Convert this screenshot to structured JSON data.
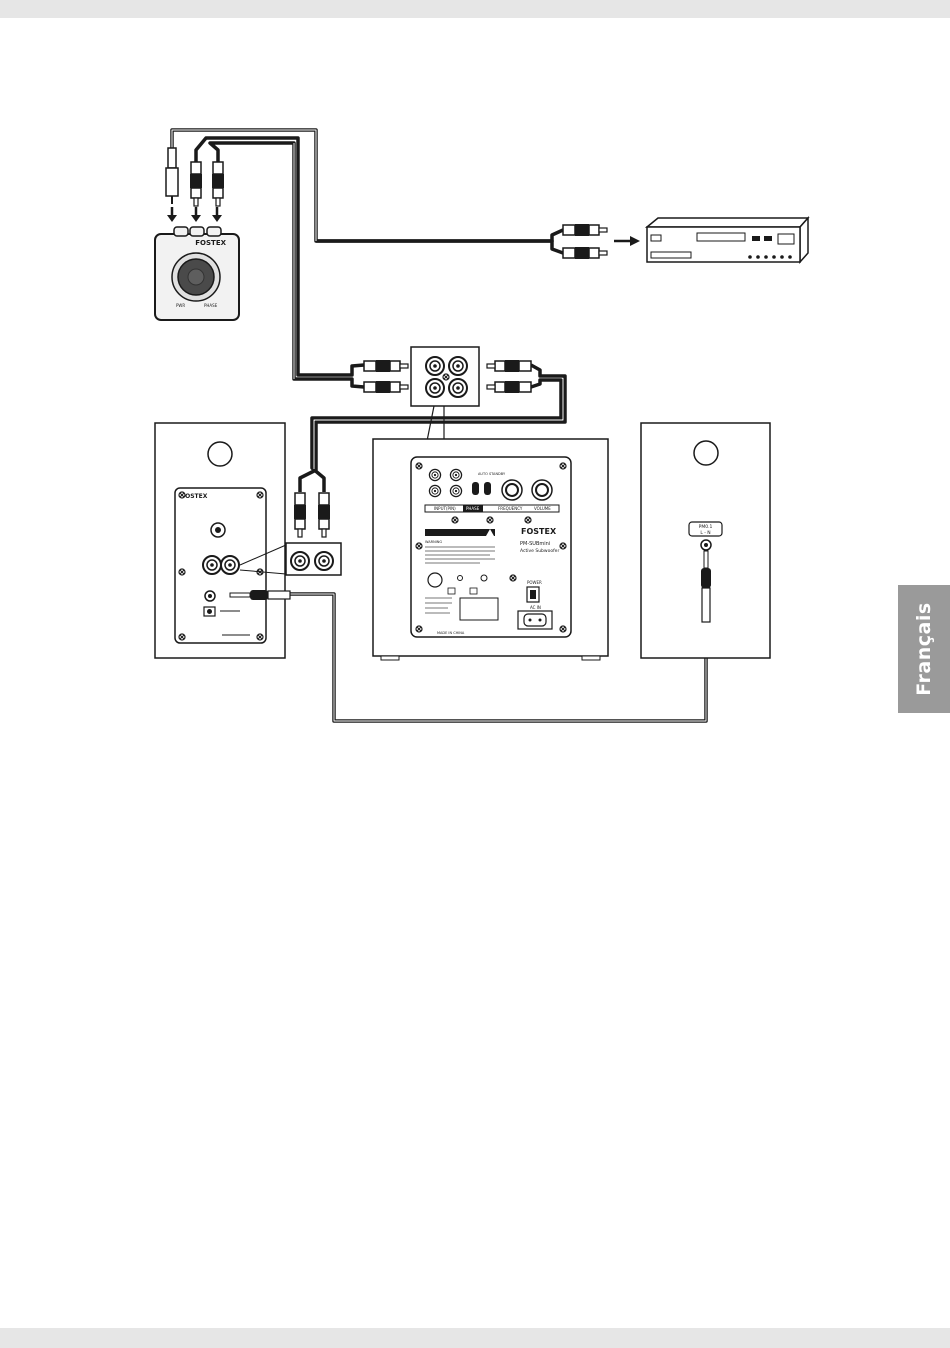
{
  "language_tab": "Français",
  "labels": {
    "brand": "FOSTEX",
    "controller_pwr": "PWR",
    "controller_phase": "PHASE",
    "sub_model": "PM-SUBmini",
    "sub_type": "Active Subwoofer",
    "sub_input": "INPUT(PIN)",
    "sub_phase": "PHASE",
    "sub_frequency": "FREQUENCY",
    "sub_volume": "VOLUME",
    "sub_auto_standby": "AUTO STANDBY",
    "sub_warning": "WARNING",
    "sub_power": "POWER",
    "sub_ac_in": "AC IN",
    "sub_made_in": "MADE IN CHINA",
    "right_badge_line1": "PM0.1",
    "right_badge_line2": "L - N"
  },
  "colors": {
    "line": "#1a1a1a",
    "panel": "#f2f2f2",
    "tab": "#9a9a9a",
    "bars": "#e6e6e6"
  }
}
